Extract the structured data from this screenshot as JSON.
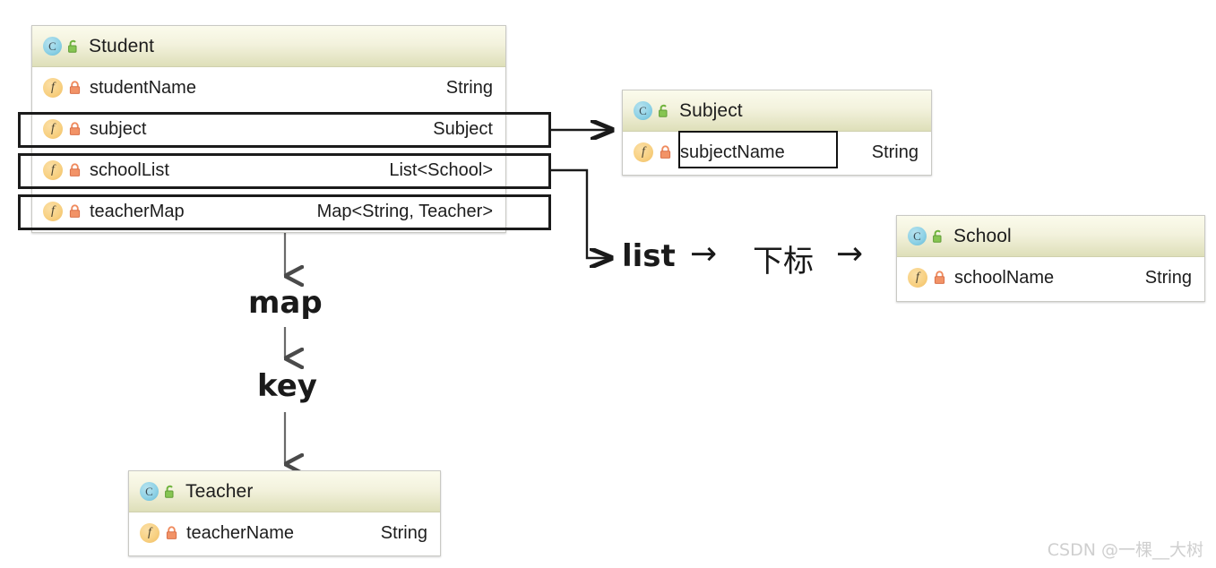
{
  "diagram": {
    "title": "UML class relationship diagram",
    "background": "#ffffff",
    "header_gradient_top": "#fbfbec",
    "header_gradient_bottom": "#dedfb9",
    "class_icon_color": "#8fd2e6",
    "field_icon_color": "#f8d183",
    "lock_private_color": "#ef8b5e",
    "unlock_public_color": "#7cc24a",
    "highlight_border_color": "#1b1b1b",
    "connector_color": "#1a1a1a"
  },
  "classes": {
    "student": {
      "name": "Student",
      "class_glyph": "C",
      "visibility_icon": "unlock-icon",
      "fields": [
        {
          "glyph": "f",
          "lock": "lock-icon",
          "name": "studentName",
          "type": "String",
          "highlighted": false
        },
        {
          "glyph": "f",
          "lock": "lock-icon",
          "name": "subject",
          "type": "Subject",
          "highlighted": true
        },
        {
          "glyph": "f",
          "lock": "lock-icon",
          "name": "schoolList",
          "type": "List<School>",
          "highlighted": true
        },
        {
          "glyph": "f",
          "lock": "lock-icon",
          "name": "teacherMap",
          "type": "Map<String, Teacher>",
          "highlighted": true
        }
      ]
    },
    "subject": {
      "name": "Subject",
      "class_glyph": "C",
      "visibility_icon": "unlock-icon",
      "fields": [
        {
          "glyph": "f",
          "lock": "lock-icon",
          "name": "subjectName",
          "type": "String",
          "highlighted": true
        }
      ]
    },
    "school": {
      "name": "School",
      "class_glyph": "C",
      "visibility_icon": "unlock-icon",
      "fields": [
        {
          "glyph": "f",
          "lock": "lock-icon",
          "name": "schoolName",
          "type": "String",
          "highlighted": false
        }
      ]
    },
    "teacher": {
      "name": "Teacher",
      "class_glyph": "C",
      "visibility_icon": "unlock-icon",
      "fields": [
        {
          "glyph": "f",
          "lock": "lock-icon",
          "name": "teacherName",
          "type": "String",
          "highlighted": false
        }
      ]
    }
  },
  "annotations": {
    "list_label": "list",
    "arrow_1": "→",
    "index_label": "下标",
    "arrow_2": "→",
    "map_label": "map",
    "key_label": "key"
  },
  "watermark": {
    "text": "CSDN @一棵__大树"
  }
}
